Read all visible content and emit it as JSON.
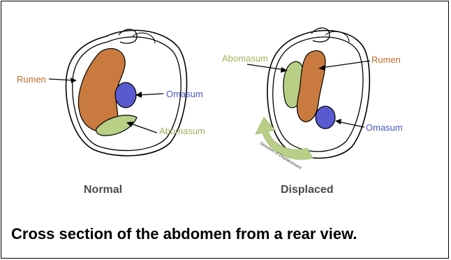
{
  "normal": {
    "title": "Normal",
    "labels": {
      "rumen": "Rumen",
      "omasum": "Omasum",
      "abomasum": "Abomasum"
    }
  },
  "displaced": {
    "title": "Displaced",
    "labels": {
      "rumen": "Rumen",
      "omasum": "Omasum",
      "abomasum": "Abomasum"
    },
    "arrow_label": "Direction of Displacement"
  },
  "caption": "Cross section of the abdomen from a rear view.",
  "colors": {
    "rumen": "#c97a3e",
    "omasum": "#5a5ad0",
    "abomasum": "#b8cf86",
    "arrow": "#b9cf87",
    "rumen_text": "#c06a2a",
    "omasum_text": "#4c56c8",
    "abomasum_text": "#9bb55a"
  }
}
